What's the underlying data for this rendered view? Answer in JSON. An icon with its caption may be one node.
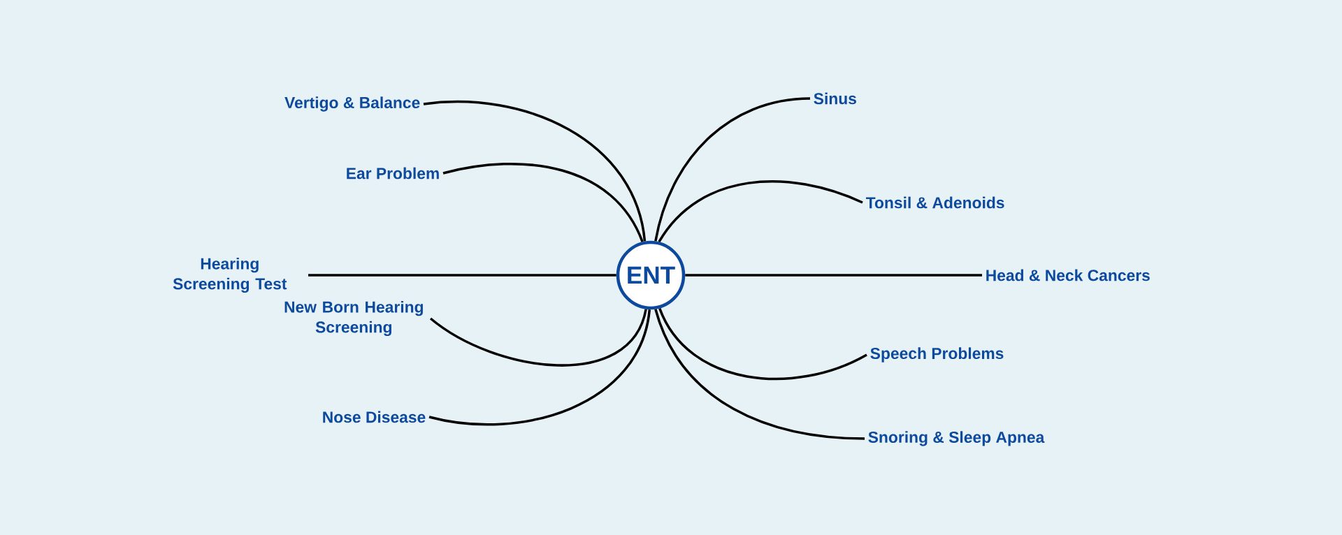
{
  "diagram": {
    "nodes": [
      {
        "text": [
          "ENT"
        ]
      },
      {
        "text": [
          "Vertigo & Balance"
        ]
      },
      {
        "text": [
          "Ear Problem"
        ]
      },
      {
        "text": [
          "Hearing Screening Test"
        ]
      },
      {
        "text": [
          "New Born Hearing Screening"
        ]
      },
      {
        "text": [
          "Nose Disease"
        ]
      },
      {
        "text": [
          "Sinus"
        ]
      },
      {
        "text": [
          "Tonsil & Adenoids"
        ]
      },
      {
        "text": [
          "Head & Neck Cancers"
        ]
      },
      {
        "text": [
          "Speech Problems"
        ]
      },
      {
        "text": [
          "Snoring & Sleep Apnea"
        ]
      }
    ],
    "edges": [
      {
        "from": 0,
        "to": 1,
        "arrow": "none"
      },
      {
        "from": 0,
        "to": 2,
        "arrow": "none"
      },
      {
        "from": 0,
        "to": 3,
        "arrow": "none"
      },
      {
        "from": 0,
        "to": 4,
        "arrow": "none"
      },
      {
        "from": 0,
        "to": 5,
        "arrow": "none"
      },
      {
        "from": 0,
        "to": 6,
        "arrow": "none"
      },
      {
        "from": 0,
        "to": 7,
        "arrow": "none"
      },
      {
        "from": 0,
        "to": 8,
        "arrow": "none"
      },
      {
        "from": 0,
        "to": 9,
        "arrow": "none"
      },
      {
        "from": 0,
        "to": 10,
        "arrow": "none"
      }
    ]
  }
}
